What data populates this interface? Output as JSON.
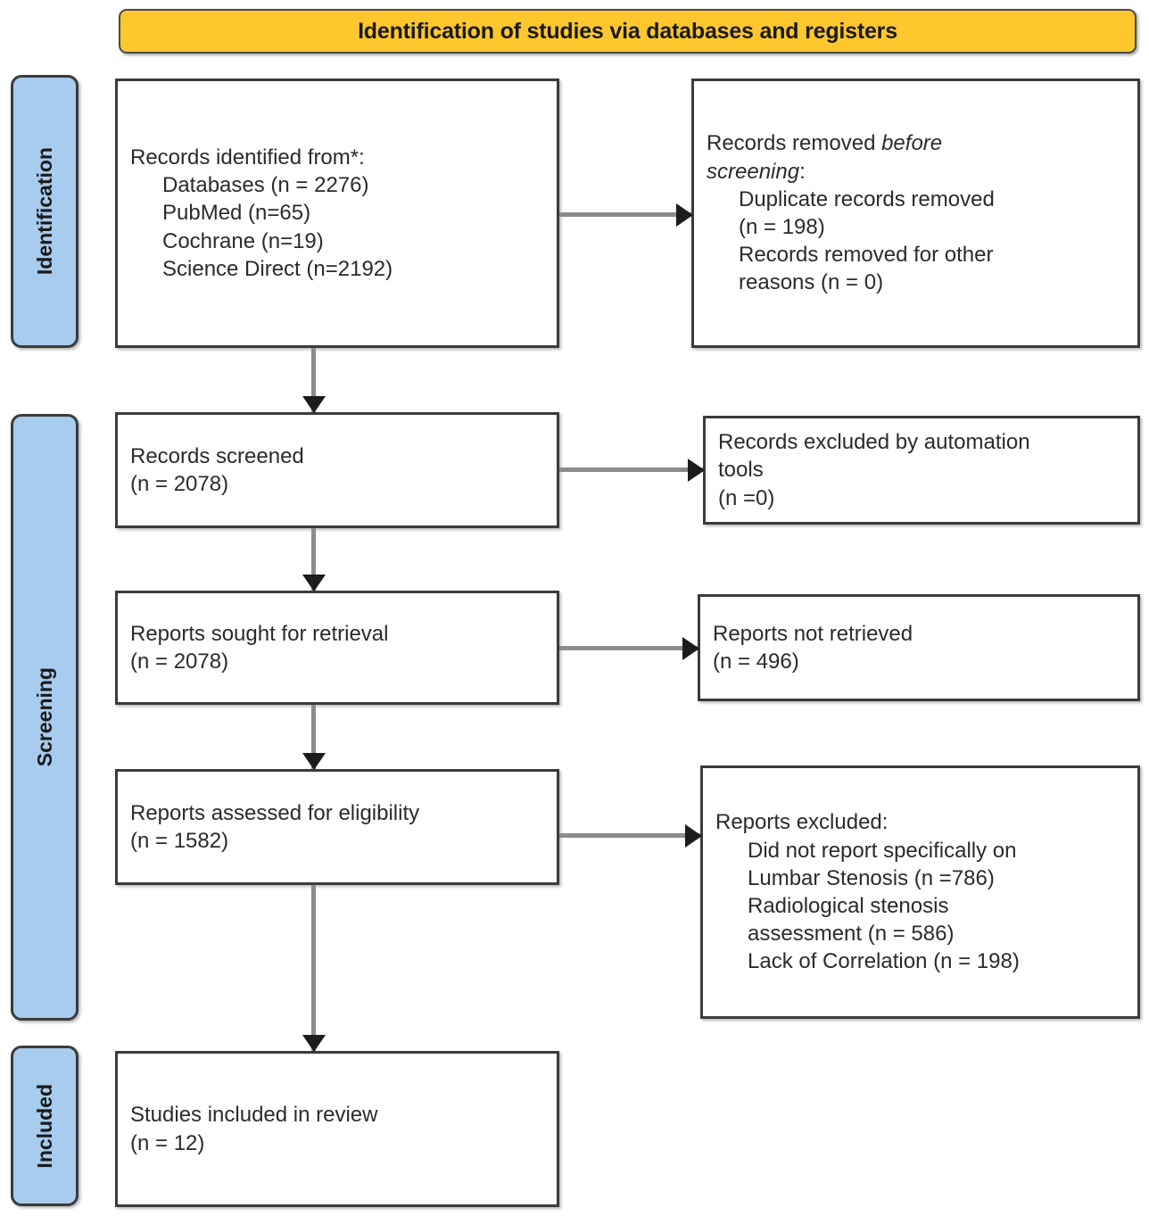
{
  "diagram": {
    "title": "Identification of studies via databases and registers",
    "type": "PRISMA flow diagram",
    "colors": {
      "banner": "#FFC72E",
      "stage_tab": "#A8CCEE",
      "box_border": "#3B3B3B",
      "arrow_line": "#8C8C8C",
      "arrow_head": "#1C1C1C",
      "text": "#2B2B2B"
    },
    "stages": [
      {
        "id": "identification",
        "label": "Identification"
      },
      {
        "id": "screening",
        "label": "Screening"
      },
      {
        "id": "included",
        "label": "Included"
      }
    ],
    "boxes": {
      "identified": {
        "lines": [
          {
            "text": "Records identified from*:",
            "indent": false
          },
          {
            "text": "Databases (n = 2276)",
            "indent": true
          },
          {
            "text": "PubMed (n=65)",
            "indent": true
          },
          {
            "text": "Cochrane (n=19)",
            "indent": true
          },
          {
            "text": "Science Direct (n=2192)",
            "indent": true
          }
        ]
      },
      "removed_before_screening": {
        "line1_pre": "Records removed ",
        "line1_italic": "before",
        "line2_italic": "screening",
        "line2_post": ":",
        "lines": [
          {
            "text": "Duplicate records removed",
            "indent": true
          },
          {
            "text": "(n = 198)",
            "indent": true
          },
          {
            "text": "Records removed for other",
            "indent": true
          },
          {
            "text": "reasons (n = 0)",
            "indent": true
          }
        ]
      },
      "records_screened": {
        "lines": [
          {
            "text": "Records screened",
            "indent": false
          },
          {
            "text": "(n = 2078)",
            "indent": false
          }
        ]
      },
      "records_excluded_automation": {
        "lines": [
          {
            "text": "Records excluded by automation",
            "indent": false
          },
          {
            "text": "tools",
            "indent": false
          },
          {
            "text": "(n =0)",
            "indent": false
          }
        ]
      },
      "reports_sought": {
        "lines": [
          {
            "text": "Reports sought for retrieval",
            "indent": false
          },
          {
            "text": "(n = 2078)",
            "indent": false
          }
        ]
      },
      "reports_not_retrieved": {
        "lines": [
          {
            "text": "Reports not retrieved",
            "indent": false
          },
          {
            "text": "(n = 496)",
            "indent": false
          }
        ]
      },
      "reports_assessed": {
        "lines": [
          {
            "text": "Reports assessed for eligibility",
            "indent": false
          },
          {
            "text": "(n = 1582)",
            "indent": false
          }
        ]
      },
      "reports_excluded": {
        "lines": [
          {
            "text": "Reports excluded:",
            "indent": false
          },
          {
            "text": "Did not report specifically on",
            "indent": true
          },
          {
            "text": "Lumbar Stenosis (n =786)",
            "indent": true
          },
          {
            "text": "Radiological stenosis",
            "indent": true
          },
          {
            "text": "assessment (n = 586)",
            "indent": true
          },
          {
            "text": "Lack of Correlation (n = 198)",
            "indent": true
          }
        ]
      },
      "studies_included": {
        "lines": [
          {
            "text": "Studies included in review",
            "indent": false
          },
          {
            "text": "(n = 12)",
            "indent": false
          }
        ]
      }
    },
    "chart_data": {
      "type": "flowchart",
      "title": "Identification of studies via databases and registers",
      "nodes": [
        {
          "id": "identified",
          "stage": "Identification",
          "label": "Records identified from*",
          "n": 2276,
          "breakdown": [
            {
              "source": "PubMed",
              "n": 65
            },
            {
              "source": "Cochrane",
              "n": 19
            },
            {
              "source": "Science Direct",
              "n": 2192
            }
          ]
        },
        {
          "id": "removed_before_screening",
          "stage": "Identification",
          "label": "Records removed before screening",
          "breakdown": [
            {
              "reason": "Duplicate records removed",
              "n": 198
            },
            {
              "reason": "Records removed for other reasons",
              "n": 0
            }
          ]
        },
        {
          "id": "records_screened",
          "stage": "Screening",
          "label": "Records screened",
          "n": 2078
        },
        {
          "id": "records_excluded_automation",
          "stage": "Screening",
          "label": "Records excluded by automation tools",
          "n": 0
        },
        {
          "id": "reports_sought",
          "stage": "Screening",
          "label": "Reports sought for retrieval",
          "n": 2078
        },
        {
          "id": "reports_not_retrieved",
          "stage": "Screening",
          "label": "Reports not retrieved",
          "n": 496
        },
        {
          "id": "reports_assessed",
          "stage": "Screening",
          "label": "Reports assessed for eligibility",
          "n": 1582
        },
        {
          "id": "reports_excluded",
          "stage": "Screening",
          "label": "Reports excluded",
          "breakdown": [
            {
              "reason": "Did not report specifically on Lumbar Stenosis",
              "n": 786
            },
            {
              "reason": "Radiological stenosis assessment",
              "n": 586
            },
            {
              "reason": "Lack of Correlation",
              "n": 198
            }
          ]
        },
        {
          "id": "studies_included",
          "stage": "Included",
          "label": "Studies included in review",
          "n": 12
        }
      ],
      "edges": [
        {
          "from": "identified",
          "to": "removed_before_screening",
          "direction": "right"
        },
        {
          "from": "identified",
          "to": "records_screened",
          "direction": "down"
        },
        {
          "from": "records_screened",
          "to": "records_excluded_automation",
          "direction": "right"
        },
        {
          "from": "records_screened",
          "to": "reports_sought",
          "direction": "down"
        },
        {
          "from": "reports_sought",
          "to": "reports_not_retrieved",
          "direction": "right"
        },
        {
          "from": "reports_sought",
          "to": "reports_assessed",
          "direction": "down"
        },
        {
          "from": "reports_assessed",
          "to": "reports_excluded",
          "direction": "right"
        },
        {
          "from": "reports_assessed",
          "to": "studies_included",
          "direction": "down"
        }
      ]
    }
  }
}
